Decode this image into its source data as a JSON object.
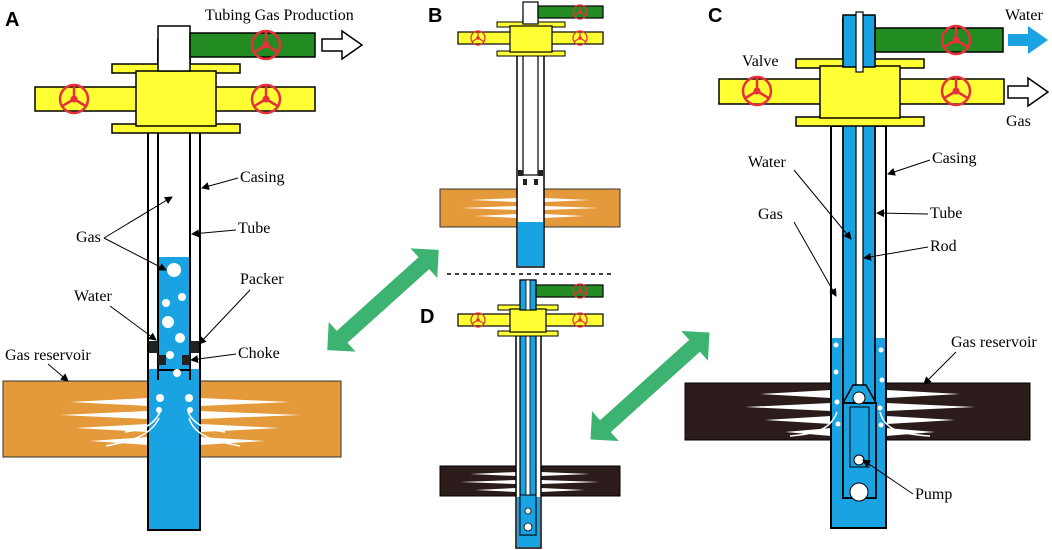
{
  "panels": {
    "a": "A",
    "b": "B",
    "c": "C",
    "d": "D"
  },
  "panel_a": {
    "production": "Tubing Gas Production",
    "casing": "Casing",
    "gas": "Gas",
    "tube": "Tube",
    "packer": "Packer",
    "water": "Water",
    "reservoir": "Gas reservoir",
    "choke": "Choke"
  },
  "panel_c": {
    "water_out": "Water",
    "valve": "Valve",
    "gas_out": "Gas",
    "water": "Water",
    "casing": "Casing",
    "gas": "Gas",
    "tube": "Tube",
    "rod": "Rod",
    "reservoir": "Gas reservoir",
    "pump": "Pump"
  },
  "colors": {
    "water": "#1aa3e3",
    "wellhead_yellow": "#ffff33",
    "green_pipe": "#228b22",
    "valve_red": "#e8303a",
    "reservoir_orange": "#e49a3a",
    "reservoir_dark": "#2b1b1b",
    "double_arrow": "#3cb371"
  }
}
